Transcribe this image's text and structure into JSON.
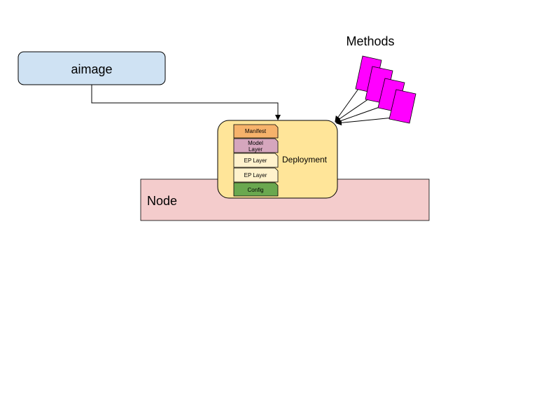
{
  "diagram": {
    "aimage": {
      "label": "aimage",
      "fill": "#cfe2f3"
    },
    "node": {
      "label": "Node",
      "fill": "#f4cccc"
    },
    "deployment": {
      "label": "Deployment",
      "fill": "#ffe599"
    },
    "methods": {
      "label": "Methods",
      "fill": "#ff00ff"
    },
    "layers": [
      {
        "label": "Manifest",
        "fill": "#f6b26b"
      },
      {
        "label_line1": "Model",
        "label_line2": "Layer",
        "fill": "#d5a6bd"
      },
      {
        "label": "EP Layer",
        "fill": "#fff2cc"
      },
      {
        "label": "EP Layer",
        "fill": "#fff2cc"
      },
      {
        "label": "Config",
        "fill": "#6aa84f"
      }
    ]
  }
}
